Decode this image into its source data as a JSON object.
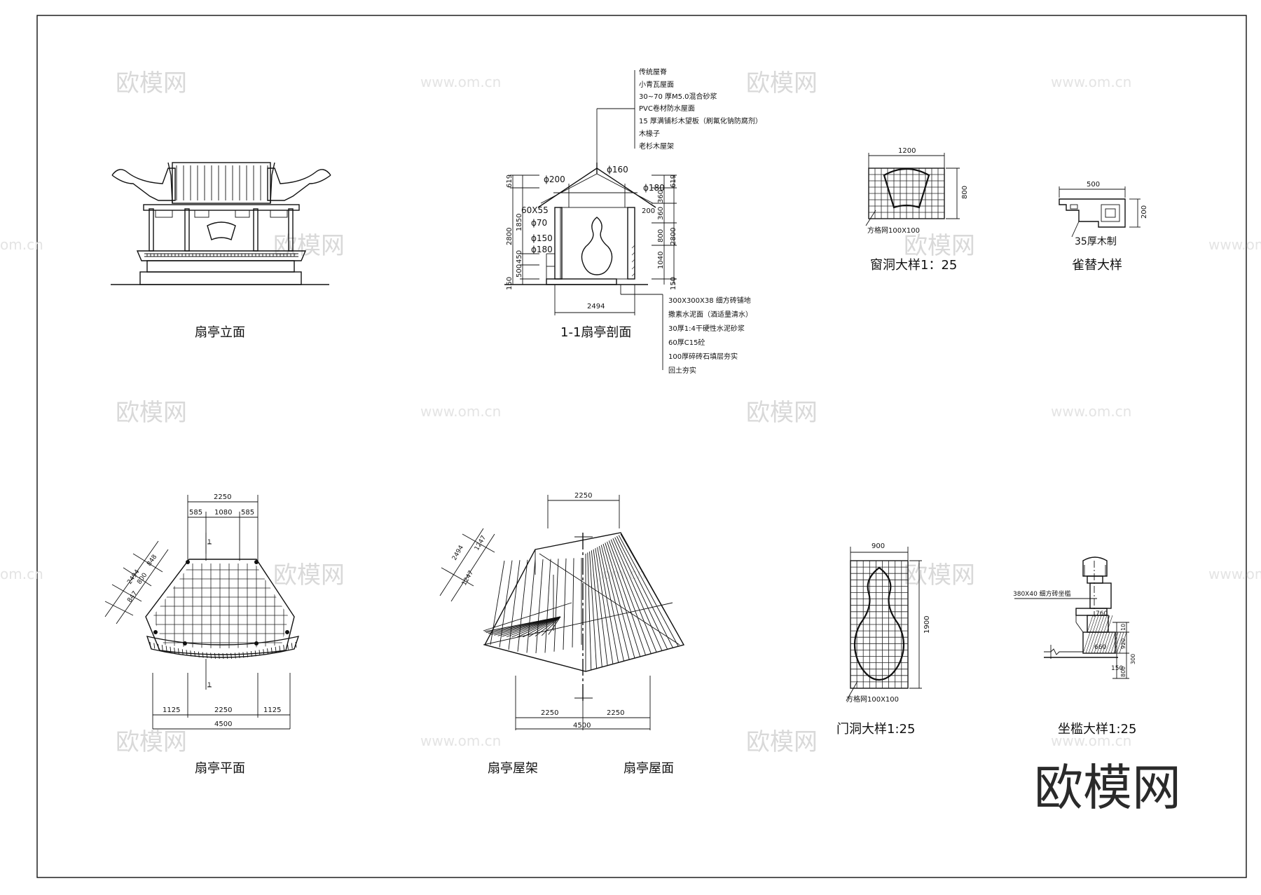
{
  "watermark": {
    "brand": "欧模网",
    "url": "www.om.cn",
    "url_partial": "om.cn"
  },
  "brand_logo": "欧模网",
  "views": {
    "elevation": {
      "title": "扇亭立面"
    },
    "section": {
      "title": "1-1扇亭剖面",
      "roof_layers": [
        "传统屋脊",
        "小青瓦屋面",
        "30~70 厚M5.0混合砂浆",
        "PVC卷材防水屋面",
        "15 厚满铺杉木望板（刷氟化钠防腐剂）",
        "木椽子",
        "老杉木屋架"
      ],
      "floor_layers": [
        "300X300X38 细方砖铺地",
        "撒素水泥面（酒适量清水）",
        "30厚1:4干硬性水泥砂浆",
        "60厚C15砼",
        "100厚碎砖石填层夯实",
        "回土夯实"
      ],
      "dims": {
        "d200": "ϕ200",
        "d160": "ϕ160",
        "d180a": "ϕ180",
        "d70": "ϕ70",
        "d150": "ϕ150",
        "d180b": "ϕ180",
        "rafter": "60X55",
        "top": "619",
        "top_r": "619",
        "h1850": "1850",
        "h2800": "2800",
        "h450": "450",
        "h500": "500",
        "h150": "150",
        "r200": "200",
        "r360": "360",
        "r360b": "360",
        "r800": "800",
        "r1040": "1040",
        "r150": "150",
        "r2800": "2800",
        "w2494": "2494"
      }
    },
    "window": {
      "title": "窗洞大样1：25",
      "w": "1200",
      "h": "800",
      "note": "方格网100X100"
    },
    "bracket": {
      "title": "雀替大样",
      "w": "500",
      "h": "200",
      "note": "35厚木制"
    },
    "plan": {
      "title": "扇亭平面",
      "top_total": "2250",
      "top_a": "585",
      "top_b": "1080",
      "top_c": "585",
      "cut": "1",
      "cut_b": "1",
      "side_total": "2494",
      "side_a": "848",
      "side_b": "800",
      "side_c": "847",
      "bot_a": "1125",
      "bot_b": "2250",
      "bot_c": "1125",
      "bot_total": "4500"
    },
    "roof_frame": {
      "title": "扇亭屋架"
    },
    "roof_plan": {
      "title": "扇亭屋面",
      "top": "2250",
      "side_total": "2494",
      "side_a": "1247",
      "side_b": "1247",
      "bot_a": "2250",
      "bot_b": "2250",
      "bot_total": "4500"
    },
    "door": {
      "title": "门洞大样1:25",
      "w": "900",
      "h": "1900",
      "note": "方格网100X100"
    },
    "seat": {
      "title": "坐槛大样1:25",
      "note": "380X40 细方砖坐槛",
      "d1": "760",
      "d2": "660",
      "d3": "150",
      "d4": "10",
      "d5": "920",
      "d6": "300",
      "d7": "800"
    }
  }
}
